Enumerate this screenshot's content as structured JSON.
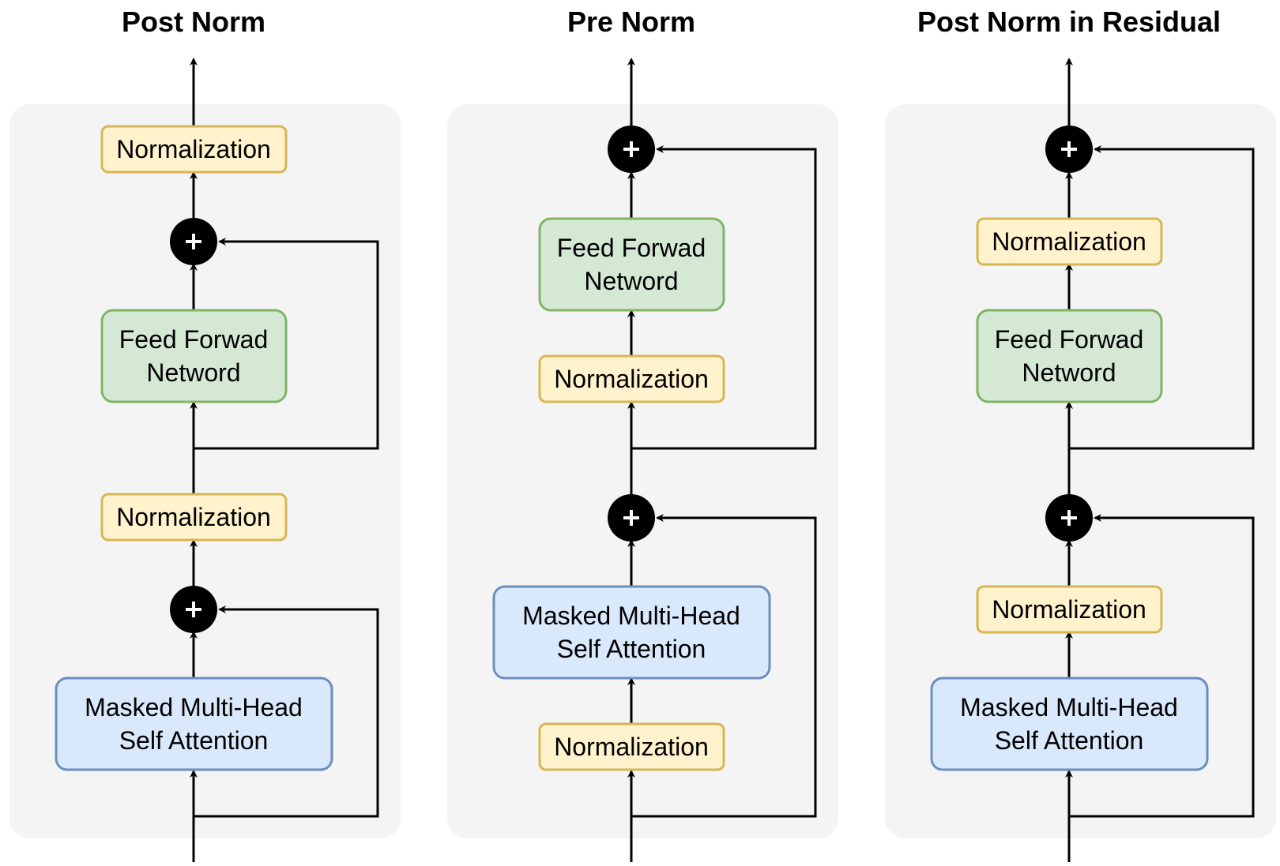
{
  "panels": [
    {
      "title": "Post Norm",
      "blocks": [
        {
          "kind": "norm",
          "lines": [
            "Normalization"
          ]
        },
        {
          "kind": "add",
          "symbol": "+"
        },
        {
          "kind": "ffn",
          "lines": [
            "Feed Forwad",
            "Netword"
          ]
        },
        {
          "kind": "norm",
          "lines": [
            "Normalization"
          ]
        },
        {
          "kind": "add",
          "symbol": "+"
        },
        {
          "kind": "attn",
          "lines": [
            "Masked Multi-Head",
            "Self Attention"
          ]
        }
      ]
    },
    {
      "title": "Pre Norm",
      "blocks": [
        {
          "kind": "add",
          "symbol": "+"
        },
        {
          "kind": "ffn",
          "lines": [
            "Feed Forwad",
            "Netword"
          ]
        },
        {
          "kind": "norm",
          "lines": [
            "Normalization"
          ]
        },
        {
          "kind": "add",
          "symbol": "+"
        },
        {
          "kind": "attn",
          "lines": [
            "Masked Multi-Head",
            "Self Attention"
          ]
        },
        {
          "kind": "norm",
          "lines": [
            "Normalization"
          ]
        }
      ]
    },
    {
      "title": "Post Norm in Residual",
      "blocks": [
        {
          "kind": "add",
          "symbol": "+"
        },
        {
          "kind": "norm",
          "lines": [
            "Normalization"
          ]
        },
        {
          "kind": "ffn",
          "lines": [
            "Feed Forwad",
            "Netword"
          ]
        },
        {
          "kind": "add",
          "symbol": "+"
        },
        {
          "kind": "norm",
          "lines": [
            "Normalization"
          ]
        },
        {
          "kind": "attn",
          "lines": [
            "Masked Multi-Head",
            "Self Attention"
          ]
        }
      ]
    }
  ]
}
